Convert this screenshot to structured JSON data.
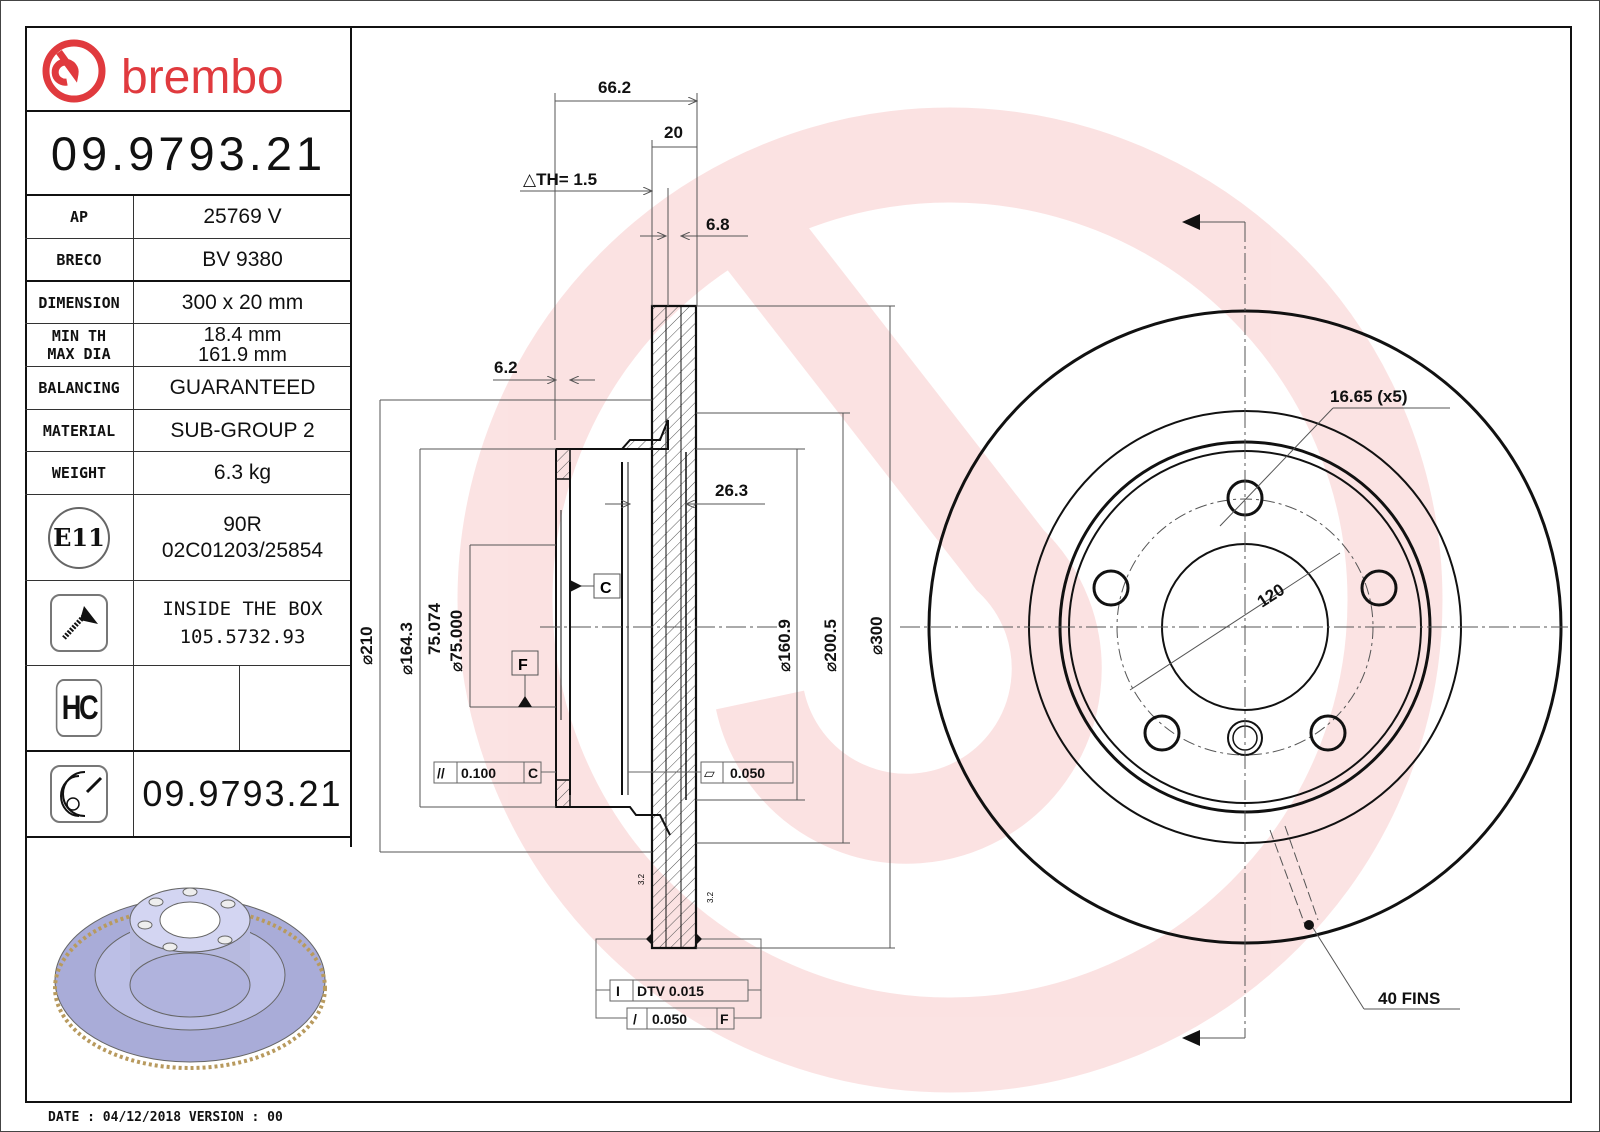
{
  "brand": {
    "name": "brembo",
    "color": "#e03a3e"
  },
  "part_number": "09.9793.21",
  "spec_table": [
    {
      "label": "AP",
      "value": "25769 V"
    },
    {
      "label": "BRECO",
      "value": "BV 9380"
    },
    {
      "label": "DIMENSION",
      "value": "300 x 20 mm"
    },
    {
      "label": "MIN TH",
      "label2": "MAX DIA",
      "value": "18.4 mm",
      "value2": "161.9 mm"
    },
    {
      "label": "BALANCING",
      "value": "GUARANTEED"
    },
    {
      "label": "MATERIAL",
      "value": "SUB-GROUP 2"
    },
    {
      "label": "WEIGHT",
      "value": "6.3 kg"
    }
  ],
  "certification": {
    "icon": "E11",
    "line1": "90R",
    "line2": "02C01203/25854"
  },
  "screw": {
    "icon": "screw-icon",
    "line1": "INSIDE THE BOX",
    "line2": "105.5732.93"
  },
  "hc": {
    "icon": "HC"
  },
  "disc_part": {
    "icon": "disc-icon",
    "value": "09.9793.21"
  },
  "footer": {
    "date_text": "DATE : 04/12/2018 VERSION : 00"
  },
  "section_view": {
    "dims": {
      "overall_height": "66.2",
      "thickness": "20",
      "delta_th": "△TH= 1.5",
      "pad_thickness": "6.8",
      "hat_wall": "6.2",
      "hat_depth": "26.3",
      "dia_210": "⌀210",
      "dia_164": "⌀164.3",
      "dia_75_max": "75.074",
      "dia_75_min": "⌀75.000",
      "dia_160": "⌀160.9",
      "dia_200": "⌀200.5",
      "dia_300": "⌀300"
    },
    "datums": {
      "c": "C",
      "f": "F"
    },
    "tolerances": {
      "parallelism": {
        "symbol": "//",
        "value": "0.100",
        "datum": "C"
      },
      "flatness": {
        "symbol": "▱",
        "value": "0.050"
      },
      "dtv": {
        "symbol": "I",
        "value": "DTV 0.015"
      },
      "runout": {
        "symbol": "/",
        "value": "0.050",
        "datum": "F"
      }
    },
    "roughness": "3.2"
  },
  "front_view": {
    "bolt_hole": "16.65 (x5)",
    "pcd": "120",
    "fins": "40 FINS"
  }
}
